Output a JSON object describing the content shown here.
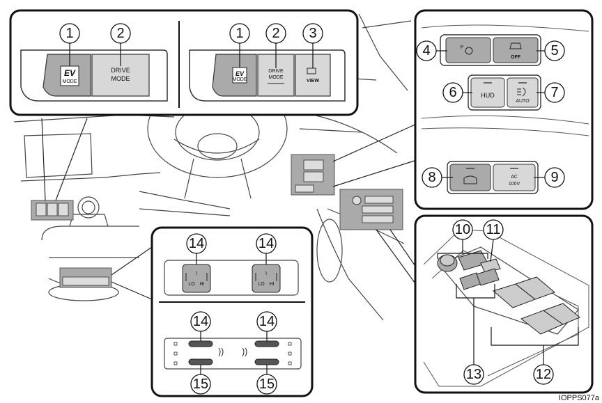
{
  "callouts": {
    "n1": "1",
    "n2": "2",
    "n3": "3",
    "n4": "4",
    "n5": "5",
    "n6": "6",
    "n7": "7",
    "n8": "8",
    "n9": "9",
    "n10": "10",
    "n11": "11",
    "n12": "12",
    "n13": "13",
    "n14": "14",
    "n15": "15"
  },
  "labels": {
    "ev_line1": "EV",
    "ev_line2": "MODE",
    "drive_line1": "DRIVE",
    "drive_line2": "MODE",
    "view": "VIEW",
    "parking_letter": "P",
    "off": "OFF",
    "hud": "HUD",
    "auto": "AUTO",
    "ac_line1": "AC",
    "ac_line2": "100V",
    "lo": "LO",
    "hi": "HI"
  },
  "image_code": "IOPPS077a"
}
